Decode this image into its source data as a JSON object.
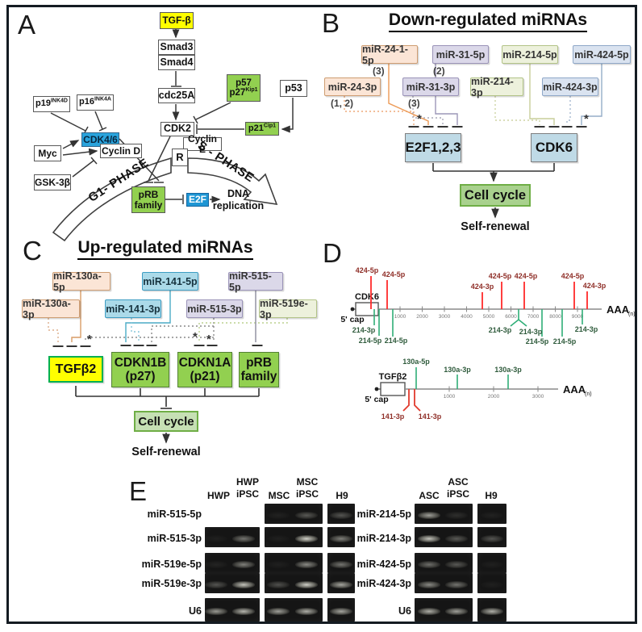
{
  "colors": {
    "accent_yellow": "#FFFF00",
    "green_node": "#92D050",
    "blue_node": "#29A3DC",
    "light_blue_target": "#BFDAE6",
    "cell_cycle_green": "#A9D18E",
    "peach": "#FBE5D6",
    "lavender": "#DBD8E9",
    "olive": "#EDF1DC",
    "pale_blue": "#DAE3F0",
    "bright_blue": "#ABDAE9",
    "red_mark": "#FF2A2A",
    "green_mark": "#2FAE77"
  },
  "panelA": {
    "label": "A",
    "nodes": {
      "tgfb": "TGF-β",
      "smad3": "Smad3",
      "smad4": "Smad4",
      "cdc25a": "cdc25A",
      "cdk2": "CDK2",
      "cyclinE": "Cyclin E",
      "p57": "p57",
      "p27_base": "p27",
      "p27_sup": "Kip1",
      "p53": "p53",
      "p21_base": "p21",
      "p21_sup": "Cip1",
      "p19_base": "p19",
      "p19_sup": "INK4D",
      "p16_base": "p16",
      "p16_sup": "INK4A",
      "cdk46": "CDK4/6",
      "cyclinD": "Cyclin D",
      "myc": "Myc",
      "gsk3b": "GSK-3β",
      "prb1": "pRB",
      "prb2": "family",
      "e2f": "E2F",
      "dna1": "DNA",
      "dna2": "replication",
      "g1_phase": "G1- PHASE",
      "r": "R",
      "s_phase": "S - PHASE"
    }
  },
  "panelB": {
    "label": "B",
    "title": "Down-regulated miRNAs",
    "mir": {
      "m24_1_5p": "miR-24-1-5p",
      "m31_5p": "miR-31-5p",
      "m214_5p": "miR-214-5p",
      "m424_5p": "miR-424-5p",
      "m24_3p": "miR-24-3p",
      "m31_3p": "miR-31-3p",
      "m214_3p": "miR-214-3p",
      "m424_3p": "miR-424-3p"
    },
    "counts": {
      "c24_1_5p": "(3)",
      "c31_5p": "(2)",
      "c24_3p": "(1, 2)",
      "c31_3p": "(3)"
    },
    "targets": {
      "e2f123": "E2F1,2,3",
      "cdk6": "CDK6"
    },
    "cell_cycle": "Cell cycle",
    "self_renewal": "Self-renewal",
    "asterisk": "*"
  },
  "panelC": {
    "label": "C",
    "title": "Up-regulated miRNAs",
    "mir": {
      "m130a_5p": "miR-130a-5p",
      "m141_5p": "miR-141-5p",
      "m515_5p": "miR-515-5p",
      "m130a_3p": "miR-130a-3p",
      "m141_3p": "miR-141-3p",
      "m515_3p": "miR-515-3p",
      "m519e_3p": "miR-519e-3p"
    },
    "targets": {
      "tgfb2": "TGFβ2",
      "cdkn1b1": "CDKN1B",
      "cdkn1b2": "(p27)",
      "cdkn1a1": "CDKN1A",
      "cdkn1a2": "(p21)",
      "prb1": "pRB",
      "prb2": "family"
    },
    "cell_cycle": "Cell cycle",
    "self_renewal": "Self-renewal",
    "asterisk": "*"
  },
  "panelD": {
    "label": "D",
    "cdk6": {
      "gene": "CDK6",
      "cap": "5' cap",
      "aaa": "AAA",
      "aaa_sub": "(n)",
      "ticks": [
        "1000",
        "2000",
        "3000",
        "4000",
        "5000",
        "6000",
        "7000",
        "8000",
        "9000"
      ],
      "red_marks": [
        "424-5p",
        "424-5p",
        "424-3p",
        "424-5p",
        "424-5p",
        "424-5p",
        "424-3p"
      ],
      "green_marks": [
        "214-3p",
        "214-5p",
        "214-5p",
        "214-3p",
        "214-3p",
        "214-5p",
        "214-5p",
        "214-3p"
      ]
    },
    "tgfb2": {
      "gene": "TGFβ2",
      "cap": "5' cap",
      "aaa": "AAA",
      "aaa_sub": "(n)",
      "ticks": [
        "1000",
        "2000",
        "3000"
      ],
      "green_marks": [
        "130a-5p",
        "130a-3p",
        "130a-3p"
      ],
      "red_marks": [
        "141-3p",
        "141-3p"
      ]
    }
  },
  "panelE": {
    "label": "E",
    "left": {
      "headers": {
        "h1": "HWP",
        "h2a": "HWP",
        "h2b": "iPSC",
        "h3": "MSC",
        "h4a": "MSC",
        "h4b": "iPSC",
        "h5": "H9"
      },
      "rows": [
        "miR-515-5p",
        "miR-515-3p",
        "miR-519e-5p",
        "miR-519e-3p",
        "U6"
      ],
      "bands": [
        {
          "blocks": [
            null,
            [
              0.06,
              0.32
            ],
            [
              0.3
            ]
          ]
        },
        {
          "blocks": [
            [
              0.05,
              0.45
            ],
            [
              0.05,
              0.88
            ],
            [
              0.5
            ]
          ]
        },
        {
          "blocks": [
            [
              0.07,
              0.5
            ],
            [
              0.05,
              0.55
            ],
            [
              0.45
            ]
          ]
        },
        {
          "blocks": [
            [
              0.3,
              0.82
            ],
            [
              0.28,
              0.88
            ],
            [
              0.68
            ]
          ]
        },
        {
          "blocks": [
            [
              0.62,
              0.75
            ],
            [
              0.65,
              0.72
            ],
            [
              0.68
            ]
          ]
        }
      ]
    },
    "right": {
      "headers": {
        "h1": "ASC",
        "h2a": "ASC",
        "h2b": "iPSC",
        "h3": "H9"
      },
      "rows": [
        "miR-214-5p",
        "miR-214-3p",
        "miR-424-5p",
        "miR-424-3p",
        "U6"
      ],
      "bands": [
        {
          "blocks": [
            [
              0.65,
              0.12
            ],
            [
              0.06
            ]
          ]
        },
        {
          "blocks": [
            [
              0.82,
              0.32
            ],
            [
              0.3
            ]
          ]
        },
        {
          "blocks": [
            [
              0.42,
              0.32
            ],
            [
              0.05
            ]
          ]
        },
        {
          "blocks": [
            [
              0.55,
              0.45
            ],
            [
              0.05
            ]
          ]
        },
        {
          "blocks": [
            [
              0.72,
              0.65
            ],
            [
              0.72
            ]
          ]
        }
      ]
    }
  }
}
